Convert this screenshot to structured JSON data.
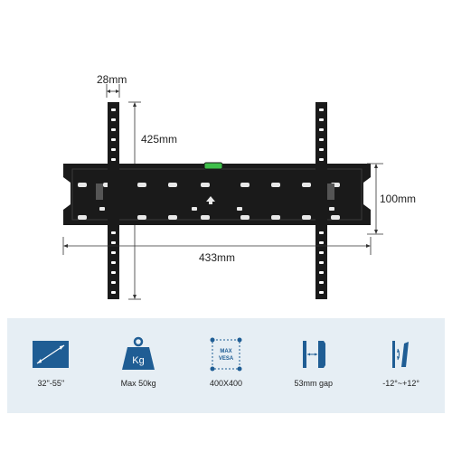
{
  "dimensions": {
    "bracket_width": "28mm",
    "arm_length": "425mm",
    "plate_height": "100mm",
    "plate_width": "433mm"
  },
  "features": [
    {
      "icon": "tv-screen-icon",
      "label": "32''-55''"
    },
    {
      "icon": "weight-icon",
      "icon_text": "Kg",
      "label": "Max 50kg"
    },
    {
      "icon": "vesa-icon",
      "icon_text": [
        "MAX",
        "VESA"
      ],
      "label": "400X400"
    },
    {
      "icon": "wall-gap-icon",
      "label": "53mm gap"
    },
    {
      "icon": "tilt-icon",
      "label": "-12°~+12°"
    }
  ],
  "colors": {
    "bracket": "#1a1a1a",
    "feature_bar_bg": "#e6eef4",
    "icon_blue": "#1f5d94",
    "level_green": "#3fbf4a"
  }
}
